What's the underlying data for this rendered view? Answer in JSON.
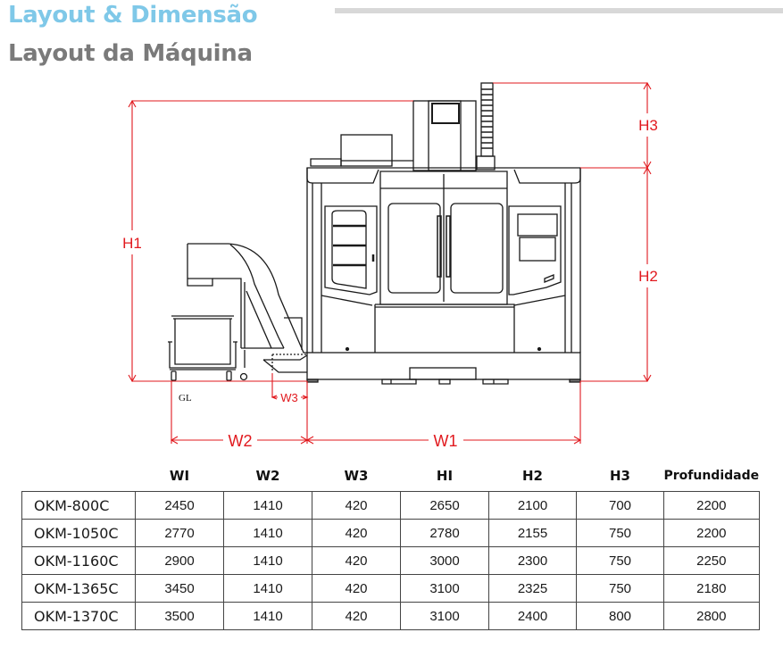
{
  "header": {
    "title": "Layout & Dimensão",
    "subtitle": "Layout da Máquina"
  },
  "drawing": {
    "dimension_labels": {
      "h1": "H1",
      "h2": "H2",
      "h3": "H3",
      "w1": "W1",
      "w2": "W2",
      "w3": "W3",
      "ground_line": "GL"
    },
    "colors": {
      "dimension": "#e1191e",
      "line": "#1a1a1a",
      "title_accent": "#7fc8e8",
      "subtitle": "#7a7a7a"
    }
  },
  "table": {
    "columns": [
      "",
      "WI",
      "W2",
      "W3",
      "HI",
      "H2",
      "H3",
      "Profundidade"
    ],
    "rows": [
      {
        "model": "OKM-800C",
        "w1": "2450",
        "w2": "1410",
        "w3": "420",
        "h1": "2650",
        "h2": "2100",
        "h3": "700",
        "depth": "2200"
      },
      {
        "model": "OKM-1050C",
        "w1": "2770",
        "w2": "1410",
        "w3": "420",
        "h1": "2780",
        "h2": "2155",
        "h3": "750",
        "depth": "2200"
      },
      {
        "model": "OKM-1160C",
        "w1": "2900",
        "w2": "1410",
        "w3": "420",
        "h1": "3000",
        "h2": "2300",
        "h3": "750",
        "depth": "2250"
      },
      {
        "model": "OKM-1365C",
        "w1": "3450",
        "w2": "1410",
        "w3": "420",
        "h1": "3100",
        "h2": "2325",
        "h3": "750",
        "depth": "2180"
      },
      {
        "model": "OKM-1370C",
        "w1": "3500",
        "w2": "1410",
        "w3": "420",
        "h1": "3100",
        "h2": "2400",
        "h3": "800",
        "depth": "2800"
      }
    ]
  }
}
